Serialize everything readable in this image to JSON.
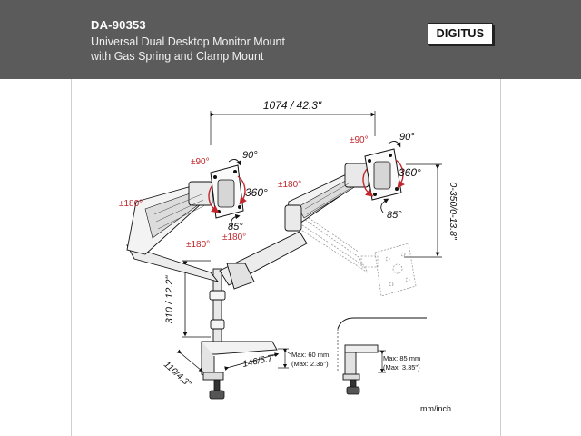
{
  "header": {
    "model": "DA-90353",
    "line1": "Universal Dual Desktop Monitor Mount",
    "line2": "with Gas Spring and Clamp Mount",
    "logo": "DIGITUS",
    "bg_color": "#5b5b5b"
  },
  "dims": {
    "width": "1074 / 42.3\"",
    "height_right": "0-350/0-13.8\"",
    "pole_height": "310 / 12.2\"",
    "base_depth": "110/4.3\"",
    "base_width": "146/5.7\""
  },
  "rotations": {
    "l_tilt": "±90°",
    "l_tilt_deg": "90°",
    "l_rot": "360°",
    "l_pan": "85°",
    "l_swivel_a": "±180°",
    "l_swivel_b": "±180°",
    "l_swivel_c": "±180°",
    "r_swivel": "±180°",
    "r_tilt": "±90°",
    "r_tilt_deg": "90°",
    "r_rot": "360°",
    "r_pan": "85°"
  },
  "clamps": {
    "max1_a": "Max: 60 mm",
    "max1_b": "(Max: 2.36\")",
    "max2_a": "Max: 85 mm",
    "max2_b": "(Max: 3.35\")"
  },
  "units": "mm/inch",
  "accent_color": "#c0262c"
}
